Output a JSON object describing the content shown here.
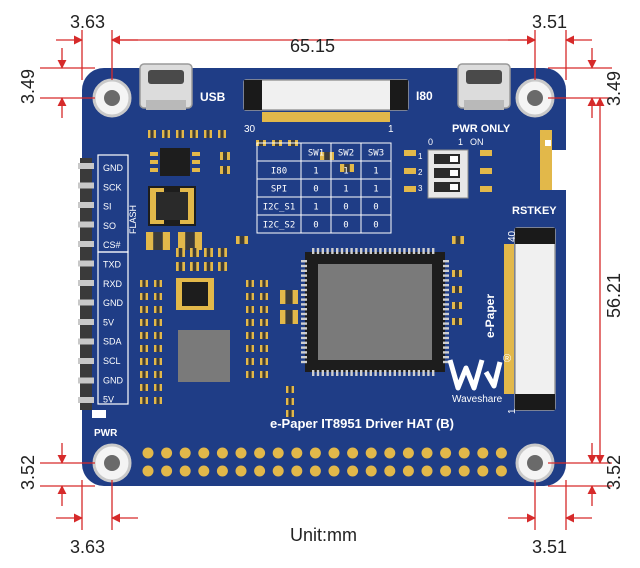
{
  "dimensions": {
    "top_left": "3.63",
    "top_width": "65.15",
    "top_right": "3.51",
    "left_top": "3.49",
    "right_top": "3.49",
    "right_height": "56.21",
    "left_bottom": "3.52",
    "right_bottom": "3.52",
    "bottom_left": "3.63",
    "bottom_right": "3.51",
    "unit": "Unit:mm"
  },
  "board": {
    "usb_label": "USB",
    "i80_label": "I80",
    "pin30_label": "30",
    "pin1_label": "1",
    "pwr_only_label": "PWR ONLY",
    "sw_off": "0",
    "sw_on": "1",
    "sw_on_text": "ON",
    "sw_numbers": [
      "1",
      "2",
      "3"
    ],
    "rstkey_label": "RSTKEY",
    "fpc40_label": "40",
    "fpc1_label": "1",
    "epaper_label": "e-Paper",
    "flash_label": "FLASH",
    "pwr_label": "PWR",
    "brand": "Waveshare",
    "registered": "®",
    "title": "e-Paper IT8951 Driver HAT (B)",
    "pins": [
      "GND",
      "SCK",
      "SI",
      "SO",
      "CS#",
      "TXD",
      "RXD",
      "GND",
      "5V",
      "SDA",
      "SCL",
      "GND",
      "5V"
    ]
  },
  "mode_table": {
    "headers": [
      "",
      "SW1",
      "SW2",
      "SW3"
    ],
    "rows": [
      [
        "I80",
        "1",
        "1",
        "1"
      ],
      [
        "SPI",
        "0",
        "1",
        "1"
      ],
      [
        "I2C_S1",
        "1",
        "0",
        "0"
      ],
      [
        "I2C_S2",
        "0",
        "0",
        "0"
      ]
    ]
  },
  "colors": {
    "board": "#1f3d86",
    "silkscreen": "#ffffff",
    "gold": "#e2b84a",
    "chip": "#7a7a7a",
    "dimension_line": "#d62a2a"
  }
}
